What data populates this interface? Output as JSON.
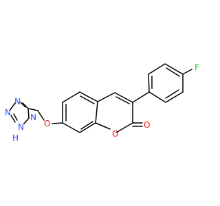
{
  "molecule": {
    "atoms": {
      "fluorine": "F",
      "ether_oxygen": "O",
      "ring_oxygen": "O",
      "carbonyl_oxygen": "O",
      "tetrazole_n_top": "N",
      "tetrazole_n_left": "N",
      "tetrazole_n_right": "N",
      "tetrazole_nh": "N",
      "tetrazole_h": "H"
    },
    "colors": {
      "bond": "#000000",
      "fluorine": "#33cc33",
      "oxygen": "#ff0d0d",
      "nitrogen": "#3050f8"
    }
  }
}
